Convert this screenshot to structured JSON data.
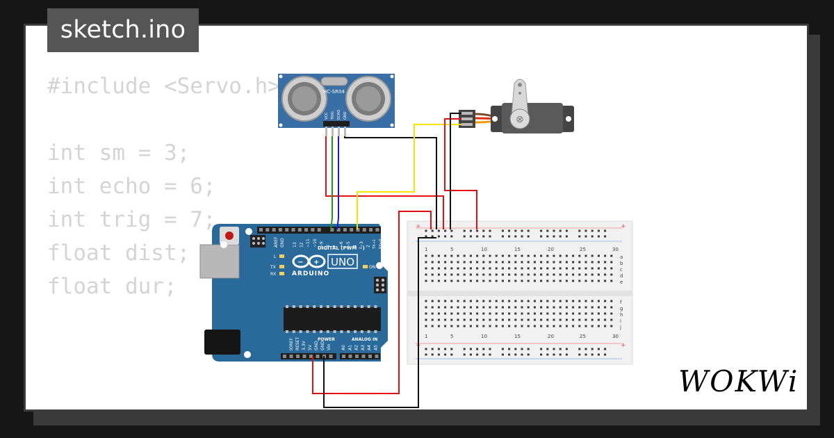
{
  "tab": {
    "title": "sketch.ino"
  },
  "code": {
    "lines": [
      "#include <Servo.h>",
      "",
      "int sm = 3;",
      "int echo = 6;",
      "int trig = 7;",
      "float dist;",
      "float dur;"
    ]
  },
  "sensor": {
    "model": "HC-SR04",
    "pins": [
      "VCC",
      "TRIG",
      "ECHO",
      "GND"
    ]
  },
  "arduino": {
    "model": "UNO",
    "brand": "ARDUINO",
    "labels": {
      "digital": "DIGITAL (PWM ~)",
      "power": "POWER",
      "analog": "ANALOG IN",
      "on": "ON",
      "l": "L",
      "tx": "TX",
      "rx": "RX",
      "aref": "AREF",
      "gnd": "GND",
      "ioref": "IOREF",
      "reset": "RESET",
      "v33": "3.3V",
      "v5": "5V",
      "vin": "Vin",
      "txpin": "TX→1",
      "rxpin": "RX←0"
    },
    "digital_pins": [
      "13",
      "12",
      "~11",
      "~10",
      "~9",
      "8",
      "7",
      "~6",
      "~5",
      "4",
      "~3",
      "2"
    ],
    "analog_pins": [
      "A0",
      "A1",
      "A2",
      "A3",
      "A4",
      "A5"
    ]
  },
  "breadboard": {
    "columns": [
      "1",
      "5",
      "10",
      "15",
      "20",
      "25",
      "30"
    ],
    "rows_top": [
      "a",
      "b",
      "c",
      "d",
      "e"
    ],
    "rows_bottom": [
      "f",
      "g",
      "h",
      "i",
      "j"
    ]
  },
  "brand": {
    "logo": "WOKWi"
  },
  "colors": {
    "wire_red": "#e01010",
    "wire_black": "#111111",
    "wire_green": "#1a9a1a",
    "wire_blue": "#1a1ae0",
    "wire_yellow": "#f5e400",
    "board_blue": "#2a6a9a",
    "sensor_blue": "#3a6fa5"
  }
}
